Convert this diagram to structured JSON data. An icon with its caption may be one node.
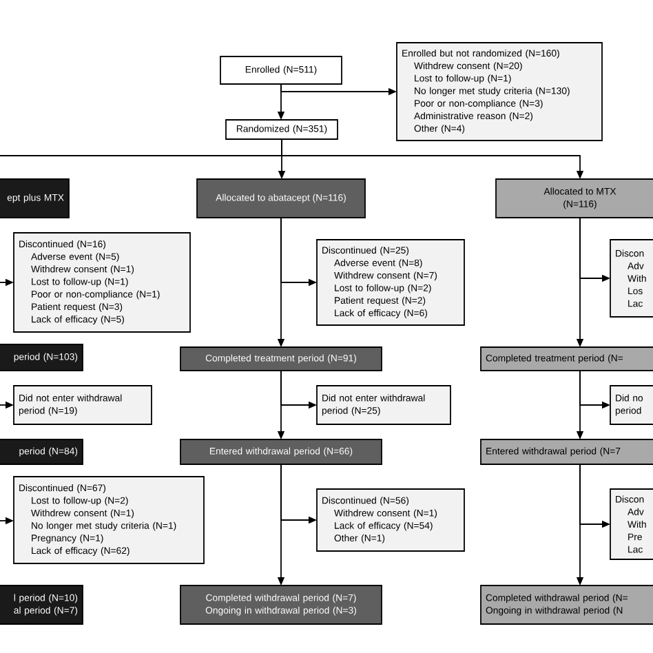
{
  "diagram": {
    "nodes": [
      {
        "text": [
          "Enrolled (N=511)"
        ]
      },
      {
        "text": [
          "Enrolled but not randomized (N=160)",
          "Withdrew consent (N=20)",
          "Lost to follow-up (N=1)",
          "No longer met study criteria (N=130)",
          "Poor or non-compliance (N=3)",
          "Administrative reason (N=2)",
          "Other (N=4)"
        ]
      },
      {
        "text": [
          "Randomized (N=351)"
        ]
      },
      {
        "text": [
          "ept plus MTX"
        ]
      },
      {
        "text": [
          "Allocated to abatacept (N=116)"
        ]
      },
      {
        "text": [
          "Allocated to MTX (N=116)"
        ]
      },
      {
        "text": [
          "Discontinued (N=16)",
          "Adverse event (N=5)",
          "Withdrew consent (N=1)",
          "Lost to follow-up (N=1)",
          "Poor or non-compliance (N=1)",
          "Patient request (N=3)",
          "Lack of efficacy (N=5)"
        ]
      },
      {
        "text": [
          "Discontinued (N=25)",
          "Adverse event (N=8)",
          "Withdrew consent (N=7)",
          "Lost to follow-up (N=2)",
          "Patient request (N=2)",
          "Lack of efficacy (N=6)"
        ]
      },
      {
        "text": [
          "Discon",
          "Adv",
          "With",
          "Los",
          "Lac"
        ]
      },
      {
        "text": [
          "period (N=103)"
        ]
      },
      {
        "text": [
          "Completed treatment period (N=91)"
        ]
      },
      {
        "text": [
          "Completed treatment period (N="
        ]
      },
      {
        "text": [
          "Did not enter withdrawal period (N=19)"
        ]
      },
      {
        "text": [
          "Did not enter withdrawal period (N=25)"
        ]
      },
      {
        "text": [
          "Did no",
          "period"
        ]
      },
      {
        "text": [
          "period (N=84)"
        ]
      },
      {
        "text": [
          "Entered withdrawal period (N=66)"
        ]
      },
      {
        "text": [
          "Entered withdrawal period (N=7"
        ]
      },
      {
        "text": [
          "Discontinued (N=67)",
          "Lost to follow-up (N=2)",
          "Withdrew consent (N=1)",
          "No longer met study criteria (N=1)",
          "Pregnancy (N=1)",
          "Lack of efficacy (N=62)"
        ]
      },
      {
        "text": [
          "Discontinued (N=56)",
          "Withdrew consent (N=1)",
          "Lack of efficacy (N=54)",
          "Other (N=1)"
        ]
      },
      {
        "text": [
          "Discon",
          "Adv",
          "With",
          "Pre",
          "Lac"
        ]
      },
      {
        "text": [
          "l period (N=10)",
          "al period (N=7)"
        ]
      },
      {
        "text": [
          "Completed withdrawal period (N=7)",
          "Ongoing in withdrawal period (N=3)"
        ]
      },
      {
        "text": [
          "Completed withdrawal period (N=",
          "Ongoing in withdrawal period (N"
        ]
      }
    ],
    "edges": [
      {
        "from": 0,
        "to": 1,
        "arrow": "to"
      },
      {
        "from": 0,
        "to": 2,
        "arrow": "to"
      },
      {
        "from": 2,
        "to": null,
        "arrow": "none"
      },
      {
        "from": 2,
        "to": 4,
        "arrow": "to"
      },
      {
        "from": 2,
        "to": 5,
        "arrow": "to"
      },
      {
        "from": null,
        "to": 6,
        "arrow": "to"
      },
      {
        "from": 4,
        "to": 7,
        "arrow": "to"
      },
      {
        "from": 4,
        "to": 10,
        "arrow": "to"
      },
      {
        "from": 5,
        "to": 8,
        "arrow": "to"
      },
      {
        "from": 5,
        "to": 11,
        "arrow": "to"
      },
      {
        "from": null,
        "to": 12,
        "arrow": "to"
      },
      {
        "from": 10,
        "to": 13,
        "arrow": "to"
      },
      {
        "from": 10,
        "to": 16,
        "arrow": "to"
      },
      {
        "from": 11,
        "to": 14,
        "arrow": "to"
      },
      {
        "from": 11,
        "to": 17,
        "arrow": "to"
      },
      {
        "from": null,
        "to": 18,
        "arrow": "to"
      },
      {
        "from": 16,
        "to": 19,
        "arrow": "to"
      },
      {
        "from": 16,
        "to": 22,
        "arrow": "to"
      },
      {
        "from": 17,
        "to": 20,
        "arrow": "to"
      },
      {
        "from": 17,
        "to": 23,
        "arrow": "to"
      }
    ]
  }
}
